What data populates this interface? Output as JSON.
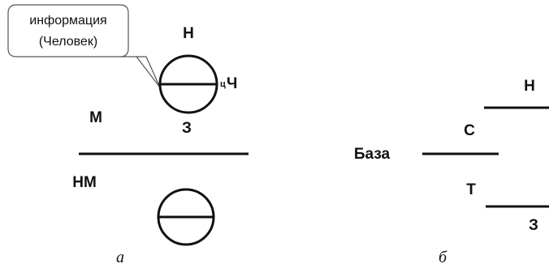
{
  "panel_a": {
    "callout_line1": "информация",
    "callout_line2": "(Человек)",
    "top_label": "Н",
    "right_label_small": "ц",
    "right_label": "Ч",
    "bottom_label": "З",
    "upper_zone_label": "М",
    "lower_zone_label": "НМ",
    "caption": "а"
  },
  "panel_b": {
    "top_label": "Н",
    "upper_mid_label": "С",
    "base_label": "База",
    "lower_mid_label": "Т",
    "bottom_label": "З",
    "caption": "б"
  }
}
